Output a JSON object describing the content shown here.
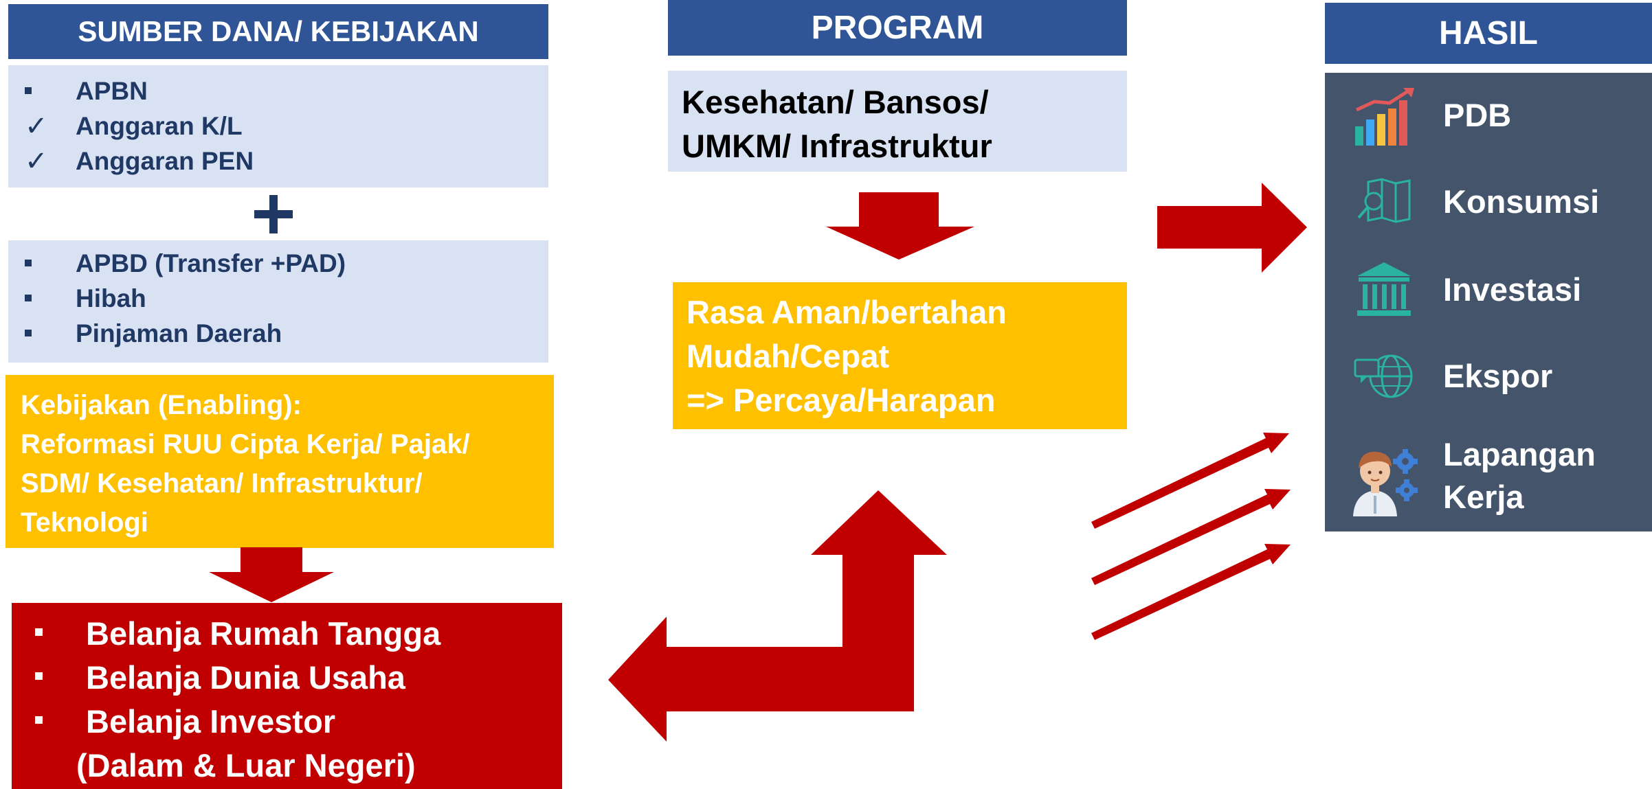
{
  "sumber": {
    "header": "SUMBER DANA/ KEBIJAKAN",
    "group1": [
      {
        "bullet": "square",
        "text": "APBN"
      },
      {
        "bullet": "check",
        "text": "Anggaran K/L"
      },
      {
        "bullet": "check",
        "text": "Anggaran PEN"
      }
    ],
    "plus": "+",
    "group2": [
      {
        "bullet": "square",
        "text": "APBD (Transfer +PAD)"
      },
      {
        "bullet": "square",
        "text": "Hibah"
      },
      {
        "bullet": "square",
        "text": "Pinjaman Daerah"
      }
    ],
    "kebijakan": [
      "Kebijakan (Enabling):",
      "Reformasi RUU Cipta Kerja/ Pajak/",
      "SDM/ Kesehatan/ Infrastruktur/",
      "Teknologi"
    ]
  },
  "belanja": {
    "items": [
      "Belanja Rumah Tangga",
      "Belanja Dunia Usaha",
      "Belanja Investor"
    ],
    "note": "(Dalam & Luar Negeri)"
  },
  "program": {
    "header": "PROGRAM",
    "box": [
      "Kesehatan/ Bansos/",
      "UMKM/ Infrastruktur"
    ],
    "result": [
      "Rasa Aman/bertahan",
      "Mudah/Cepat",
      "=> Percaya/Harapan"
    ]
  },
  "hasil": {
    "header": "HASIL",
    "items": [
      {
        "label": "PDB",
        "icon": "bar-chart-icon"
      },
      {
        "label": "Konsumsi",
        "icon": "map-search-icon"
      },
      {
        "label": "Investasi",
        "icon": "bank-building-icon"
      },
      {
        "label": "Ekspor",
        "icon": "globe-chat-icon"
      },
      {
        "label": "Lapangan Kerja",
        "line1": "Lapangan",
        "line2": "Kerja",
        "icon": "worker-gears-icon"
      }
    ]
  },
  "colors": {
    "header_blue": "#2f5597",
    "light_blue": "#d9e2f3",
    "navy_text": "#1f3864",
    "yellow": "#ffc000",
    "red": "#c00000",
    "slate": "#44546a",
    "teal_icon": "#2ab3a0"
  }
}
